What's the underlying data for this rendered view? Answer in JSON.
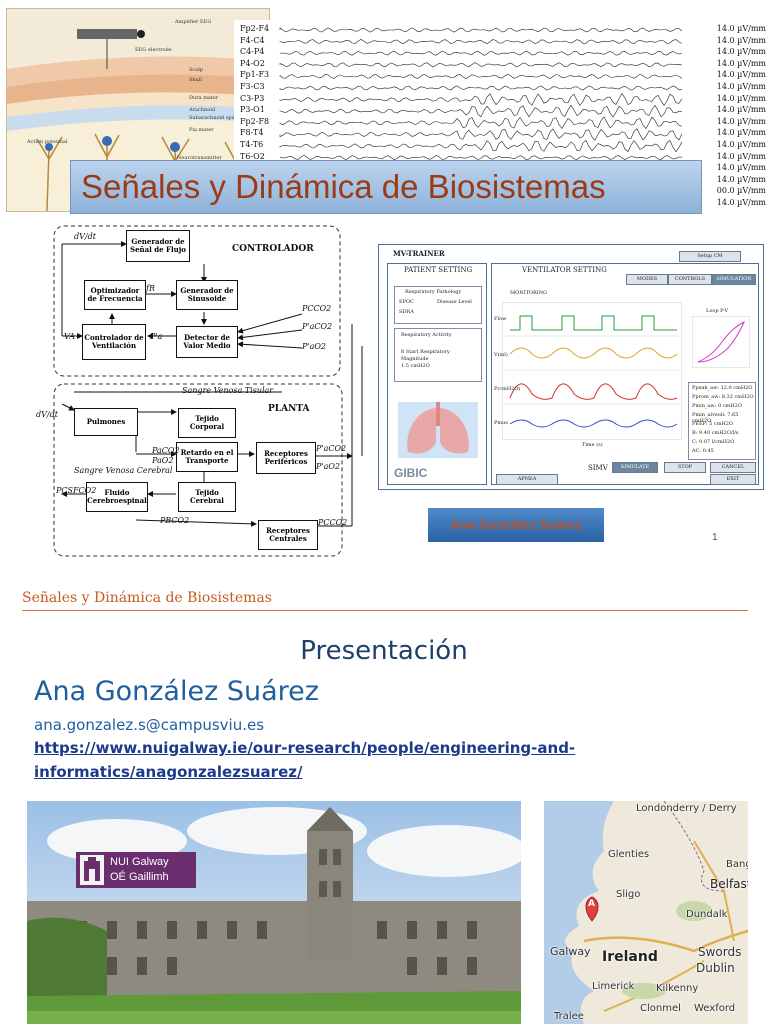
{
  "slide1": {
    "title": "Señales y Dinámica de Biosistemas",
    "author_box": "Ana González Suárez",
    "page_number": "1",
    "brain_labels": [
      "Amplifier EEG",
      "EEG electrode",
      "Scalp",
      "Skull",
      "Dura mater",
      "Arachnoid",
      "Subarachnoid space",
      "Pia mater",
      "Action potential",
      "Neurotransmitter"
    ],
    "eeg_channels": [
      "Fp2-F4",
      "F4-C4",
      "C4-P4",
      "P4-O2",
      "Fp1-F3",
      "F3-C3",
      "C3-P3",
      "P3-O1",
      "Fp2-F8",
      "F8-T4",
      "T4-T6",
      "T6-O2"
    ],
    "eeg_scales": [
      "14.0 µV/mm",
      "14.0 µV/mm",
      "14.0 µV/mm",
      "14.0 µV/mm",
      "14.0 µV/mm",
      "14.0 µV/mm",
      "14.0 µV/mm",
      "14.0 µV/mm",
      "14.0 µV/mm",
      "14.0 µV/mm",
      "14.0 µV/mm",
      "14.0 µV/mm",
      "14.0 µV/mm",
      "14.0 µV/mm",
      "00.0 µV/mm",
      "14.0 µV/mm"
    ],
    "block_diagram": {
      "section_controller": "CONTROLADOR",
      "section_plant": "PLANTA",
      "dvdt_top": "dV/dt",
      "dvdt_left": "dV/dt",
      "boxes": {
        "generator_flow": "Generador de Señal de Flujo",
        "optimizer": "Optimizador de Frecuencia",
        "sine_generator": "Generador de Sinusoide",
        "vent_controller": "Controlador de Ventilación",
        "detector": "Detector de Valor Medio",
        "lungs": "Pulmones",
        "body_tissue": "Tejido Corporal",
        "transport_delay": "Retardo en el Transporte",
        "peripheral_receptors": "Receptores Periféricos",
        "brain_tissue": "Tejido Cerebral",
        "csf": "Fluido Cerebroespinal",
        "central_receptors": "Receptores Centrales"
      },
      "labels": {
        "sangre_tisular": "Sangre Venosa Tisular",
        "sangre_cerebral": "Sangre Venosa Cerebral",
        "fR": "fR",
        "Pco2": "PCCO2",
        "Paco2": "P'aCO2",
        "Pao2": "P'aO2",
        "Pa": "P'a",
        "VA": "VA",
        "PaCO2_l": "PaCO2",
        "PaO2_l": "PaO2",
        "PCSFCO2": "PCSFCO2",
        "PBCO2": "PBCO2",
        "PCCO2_r": "PCCO2",
        "PaCO2_r": "P'aCO2",
        "PaO2_r": "P'aO2"
      }
    },
    "mv_trainer": {
      "title": "MV-TRAINER",
      "setup_button": "Setup CM",
      "patient_setting": "PATIENT SETTING",
      "ventilator_setting": "VENTILATOR SETTING",
      "tabs": [
        "MODES",
        "CONTROLS",
        "SIMULATION"
      ],
      "respiratory_pathology": "Respiratory Pathology",
      "epoc": "EPOC",
      "sdra": "SDRA",
      "disease_level": "Disease Level",
      "respiratory_activity": "Respiratory Activity",
      "activity_detail": "8 Start Respiratory",
      "magnitude": "Magnitude",
      "magnitude_value": "1.5 cmH2O",
      "monitoring": "MONITORING",
      "loop_label": "Loop P-V",
      "axis_labels": [
        "Flow",
        "V(ml)",
        "P(cmH2O)",
        "Pmus"
      ],
      "time_label": "Time (s)",
      "readouts": [
        "Ppeak_aw: 12.0 cmH2O",
        "Pprom_aw: 8.32 cmH2O",
        "Pmin_aw: 0 cmH2O",
        "Pmin_alveoli: 7.65 cmH2O",
        "PEEP: 5 cmH2O",
        "R: 9.40 cmH2O/l/s",
        "C: 0.07 l/cmH2O",
        "AC: 0.45"
      ],
      "mode_label": "SIMV",
      "buttons": [
        "SIMULATE",
        "STOP",
        "CANCEL"
      ],
      "apnea": "APNEA",
      "exit": "EXIT",
      "logo": "GIBIC"
    }
  },
  "slide2": {
    "header": "Señales y Dinámica de Biosistemas",
    "title": "Presentación",
    "name": "Ana González Suárez",
    "email": "ana.gonzalez.s@campusviu.es",
    "url_line1": "https://www.nuigalway.ie/our-research/people/engineering-and-",
    "url_line2": "informatics/anagonzalezsuarez/",
    "logo_line1": "NUI Galway",
    "logo_line2": "OÉ Gaillimh",
    "map": {
      "marker": "A",
      "places": [
        "Londonderry / Derry",
        "Glenties",
        "Bang",
        "Belfast",
        "Sligo",
        "Dundalk",
        "Swords",
        "Galway",
        "Ireland",
        "Dublin",
        "Limerick",
        "Kilkenny",
        "Clonmel",
        "Wexford",
        "Tralee"
      ]
    },
    "colors": {
      "header": "#c85a1e",
      "title": "#1f3f6a",
      "name": "#1f5fa0",
      "link": "#1b3a8c"
    }
  }
}
